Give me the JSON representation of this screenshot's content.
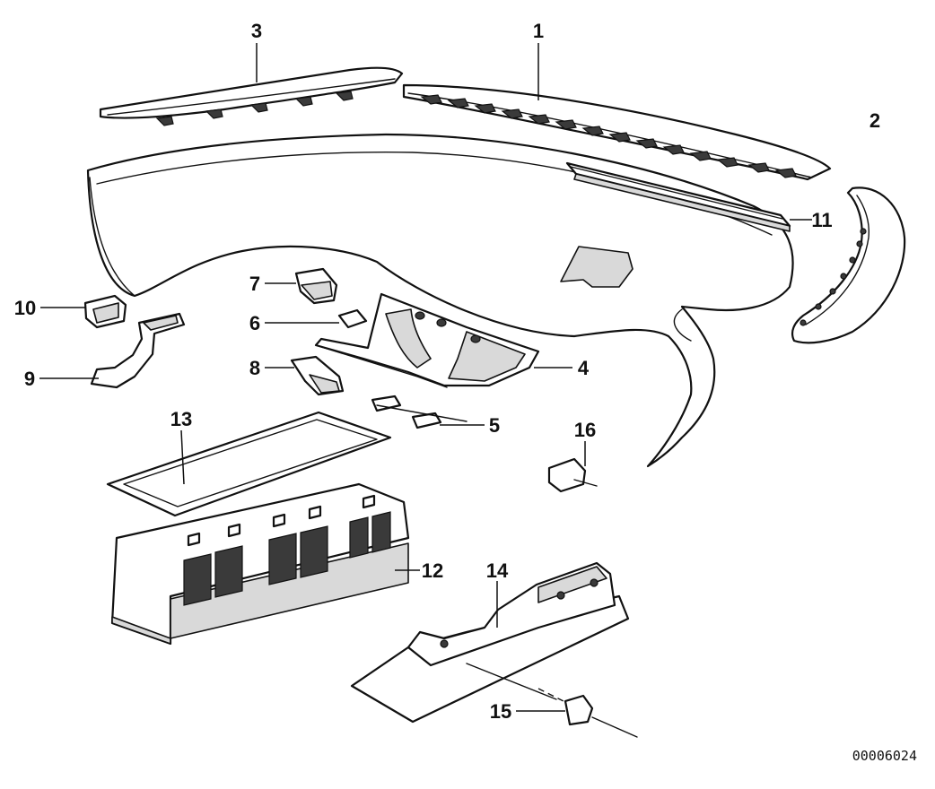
{
  "diagram": {
    "callouts": [
      {
        "id": "1",
        "label": "1",
        "color": "#111111"
      },
      {
        "id": "2",
        "label": "2",
        "color": "#111111"
      },
      {
        "id": "3",
        "label": "3",
        "color": "#c0392b"
      },
      {
        "id": "4",
        "label": "4",
        "color": "#111111"
      },
      {
        "id": "5",
        "label": "5",
        "color": "#111111"
      },
      {
        "id": "6",
        "label": "6",
        "color": "#111111"
      },
      {
        "id": "7",
        "label": "7",
        "color": "#111111"
      },
      {
        "id": "8",
        "label": "8",
        "color": "#111111"
      },
      {
        "id": "9",
        "label": "9",
        "color": "#111111"
      },
      {
        "id": "10",
        "label": "10",
        "color": "#111111"
      },
      {
        "id": "11",
        "label": "11",
        "color": "#111111"
      },
      {
        "id": "12",
        "label": "12",
        "color": "#111111"
      },
      {
        "id": "13",
        "label": "13",
        "color": "#111111"
      },
      {
        "id": "14",
        "label": "14",
        "color": "#111111"
      },
      {
        "id": "15",
        "label": "15",
        "color": "#111111"
      },
      {
        "id": "16",
        "label": "16",
        "color": "#111111"
      }
    ],
    "catalog_number": "00006024"
  }
}
